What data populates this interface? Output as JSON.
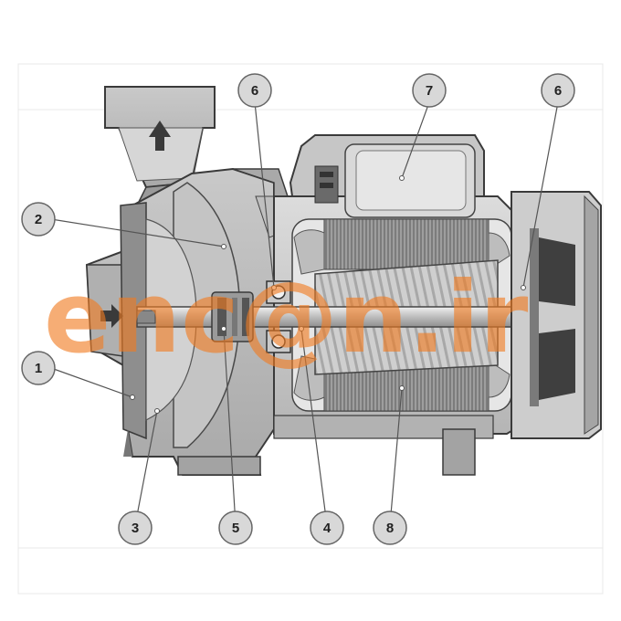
{
  "callouts": {
    "c1": "1",
    "c2": "2",
    "c3": "3",
    "c4": "4",
    "c5": "5",
    "c6_left": "6",
    "c6_right": "6",
    "c7": "7",
    "c8": "8"
  },
  "watermark": {
    "text": "enc@n.ir",
    "color": "#f07a20"
  },
  "colors": {
    "casing": "#b8b8b8",
    "casing_dark": "#8c8c8c",
    "outline": "#3a3a3a",
    "stator": "#9a9a9a",
    "callout_fill": "#d8d8d8"
  }
}
